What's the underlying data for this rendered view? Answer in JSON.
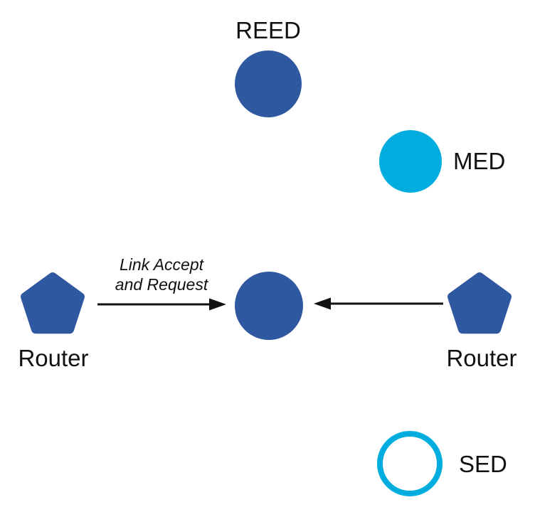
{
  "colors": {
    "blue": "#2E59A0",
    "cyan": "#00ADDE",
    "ink": "#111111",
    "background": "#FFFFFF"
  },
  "nodes": {
    "reed": {
      "label": "REED",
      "shape": "filled-circle"
    },
    "med": {
      "label": "MED",
      "shape": "filled-circle"
    },
    "center": {
      "label": "",
      "shape": "filled-circle"
    },
    "router_left": {
      "label": "Router",
      "shape": "pentagon"
    },
    "router_right": {
      "label": "Router",
      "shape": "pentagon"
    },
    "sed": {
      "label": "SED",
      "shape": "outlined-circle"
    }
  },
  "edges": {
    "left_arrow": {
      "from": "router_left",
      "to": "center",
      "label_lines": [
        "Link Accept",
        "and Request"
      ]
    },
    "right_arrow": {
      "from": "router_right",
      "to": "center"
    }
  }
}
